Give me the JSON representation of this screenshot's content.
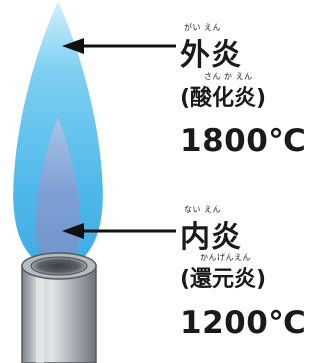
{
  "outer_flame": {
    "ruby": "がい えん",
    "name": "外炎",
    "sub_ruby": "さん か えん",
    "sub_name": "(酸化炎)",
    "temperature": "1800℃"
  },
  "inner_flame": {
    "ruby": "ない えん",
    "name": "内炎",
    "sub_ruby": "かんげんえん",
    "sub_name": "(還元炎)",
    "temperature": "1200℃"
  },
  "colors": {
    "outer_flame_top": "#b8e6f8",
    "outer_flame_mid": "#5cc2ec",
    "inner_flame": "#8aaedc",
    "burner_tube": "#b5b8bd",
    "arrow": "#111111"
  }
}
